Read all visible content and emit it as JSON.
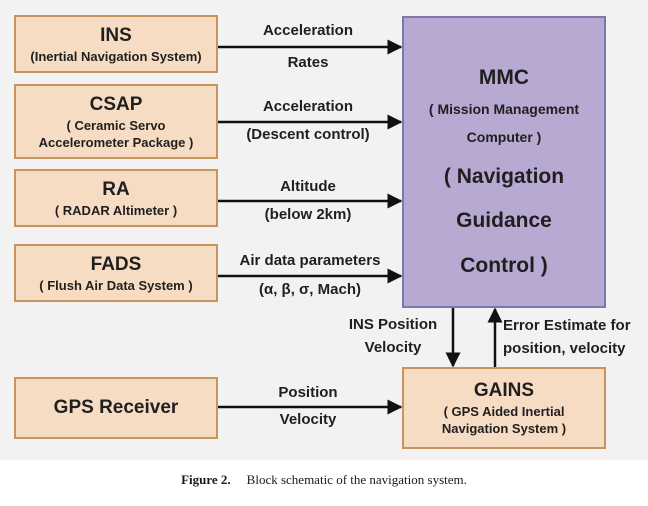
{
  "blocks": {
    "ins": {
      "title": "INS",
      "subtitle": "(Inertial Navigation System)"
    },
    "csap": {
      "title": "CSAP",
      "subtitle_1": "( Ceramic Servo",
      "subtitle_2": "Accelerometer Package )"
    },
    "ra": {
      "title": "RA",
      "subtitle": "( RADAR Altimeter )"
    },
    "fads": {
      "title": "FADS",
      "subtitle": "( Flush Air Data System )"
    },
    "gps": {
      "title": "GPS Receiver"
    },
    "mmc": {
      "title": "MMC",
      "subtitle_1": "( Mission Management",
      "subtitle_2": "Computer )",
      "line_1": "( Navigation",
      "line_2": "Guidance",
      "line_3": "Control )"
    },
    "gains": {
      "title": "GAINS",
      "subtitle_1": "( GPS Aided Inertial",
      "subtitle_2": "Navigation System )"
    }
  },
  "links": {
    "ins_to_mmc": {
      "line_1": "Acceleration",
      "line_2": "Rates"
    },
    "csap_to_mmc": {
      "line_1": "Acceleration",
      "line_2": "(Descent control)"
    },
    "ra_to_mmc": {
      "line_1": "Altitude",
      "line_2": "(below 2km)"
    },
    "fads_to_mmc": {
      "line_1": "Air data parameters",
      "line_2": "(α, β, σ, Mach)"
    },
    "mmc_to_gains": {
      "line_1": "INS Position",
      "line_2": "Velocity"
    },
    "gains_to_mmc": {
      "line_1": "Error Estimate for",
      "line_2": "position, velocity"
    },
    "gps_to_gains": {
      "line_1": "Position",
      "line_2": "Velocity"
    }
  },
  "caption": {
    "label": "Figure 2.",
    "text": "Block schematic of the navigation system."
  },
  "colors": {
    "block_fill": "#f7dcc4",
    "block_border": "#c8955f",
    "mmc_fill": "#b7a9d2",
    "mmc_border": "#7f76ad",
    "background": "#f2f2f2"
  }
}
